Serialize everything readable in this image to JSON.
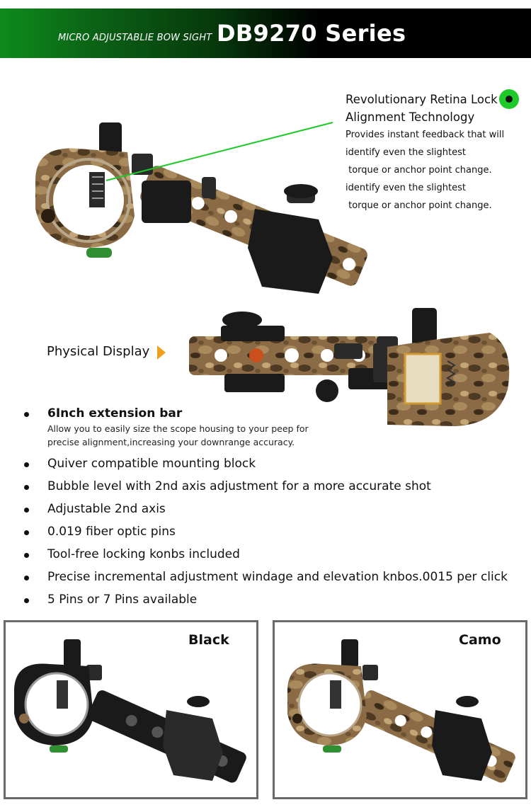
{
  "header": {
    "subtitle": "MICRO ADJUSTABLIE BOW SIGHT",
    "title": "DB9270 Series"
  },
  "retina": {
    "heading_line1": "Revolutionary Retina Lock",
    "heading_line2": "Alignment Technology",
    "lines": [
      "Provides instant feedback that will",
      "identify even the slightest",
      " torque or anchor point change.",
      "identify even the slightest",
      " torque or anchor point change."
    ]
  },
  "physical": {
    "label": "Physical Display"
  },
  "features": {
    "first_title": "6Inch extension bar",
    "first_desc_line1": "Allow you to easily size the scope housing to your peep for",
    "first_desc_line2": "precise alignment,increasing your downrange accuracy.",
    "items": [
      "Quiver compatible mounting block",
      "Bubble level with 2nd axis adjustment for a more accurate shot",
      "Adjustable 2nd axis",
      "0.019 fiber optic pins",
      "Tool-free locking konbs included",
      "Precise incremental adjustment windage and elevation knbos.0015 per click",
      "5 Pins or 7 Pins available"
    ]
  },
  "variants": {
    "black_label": "Black",
    "camo_label": "Camo"
  },
  "colors": {
    "accent_green": "#1fc92b",
    "arrow_orange": "#f0a020",
    "banner_green": "#0f8a1c"
  }
}
